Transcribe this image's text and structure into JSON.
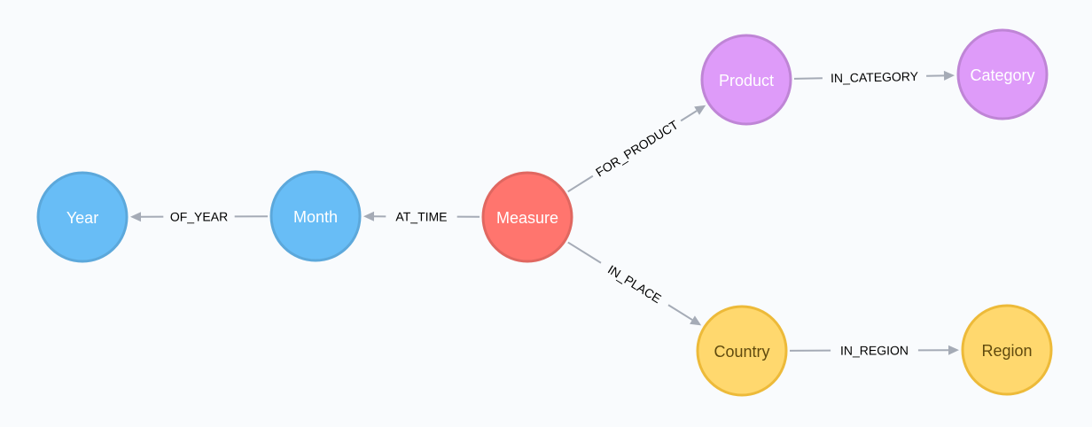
{
  "nodes": [
    {
      "id": "year",
      "label": "Year",
      "fill": "#68bdf6",
      "stroke": "#5ca8db",
      "text": "#ffffff"
    },
    {
      "id": "month",
      "label": "Month",
      "fill": "#68bdf6",
      "stroke": "#5ca8db",
      "text": "#ffffff"
    },
    {
      "id": "measure",
      "label": "Measure",
      "fill": "#ff756e",
      "stroke": "#e06760",
      "text": "#ffffff"
    },
    {
      "id": "product",
      "label": "Product",
      "fill": "#de9bf9",
      "stroke": "#bf85d6",
      "text": "#ffffff"
    },
    {
      "id": "category",
      "label": "Category",
      "fill": "#de9bf9",
      "stroke": "#bf85d6",
      "text": "#ffffff"
    },
    {
      "id": "country",
      "label": "Country",
      "fill": "#ffd86e",
      "stroke": "#edba39",
      "text": "#604a0e"
    },
    {
      "id": "region",
      "label": "Region",
      "fill": "#ffd86e",
      "stroke": "#edba39",
      "text": "#604a0e"
    }
  ],
  "edges": [
    {
      "id": "of_year",
      "from": "month",
      "to": "year",
      "label": "OF_YEAR"
    },
    {
      "id": "at_time",
      "from": "measure",
      "to": "month",
      "label": "AT_TIME"
    },
    {
      "id": "for_product",
      "from": "measure",
      "to": "product",
      "label": "FOR_PRODUCT"
    },
    {
      "id": "in_category",
      "from": "product",
      "to": "category",
      "label": "IN_CATEGORY"
    },
    {
      "id": "in_place",
      "from": "measure",
      "to": "country",
      "label": "IN_PLACE"
    },
    {
      "id": "in_region",
      "from": "country",
      "to": "region",
      "label": "IN_REGION"
    }
  ]
}
